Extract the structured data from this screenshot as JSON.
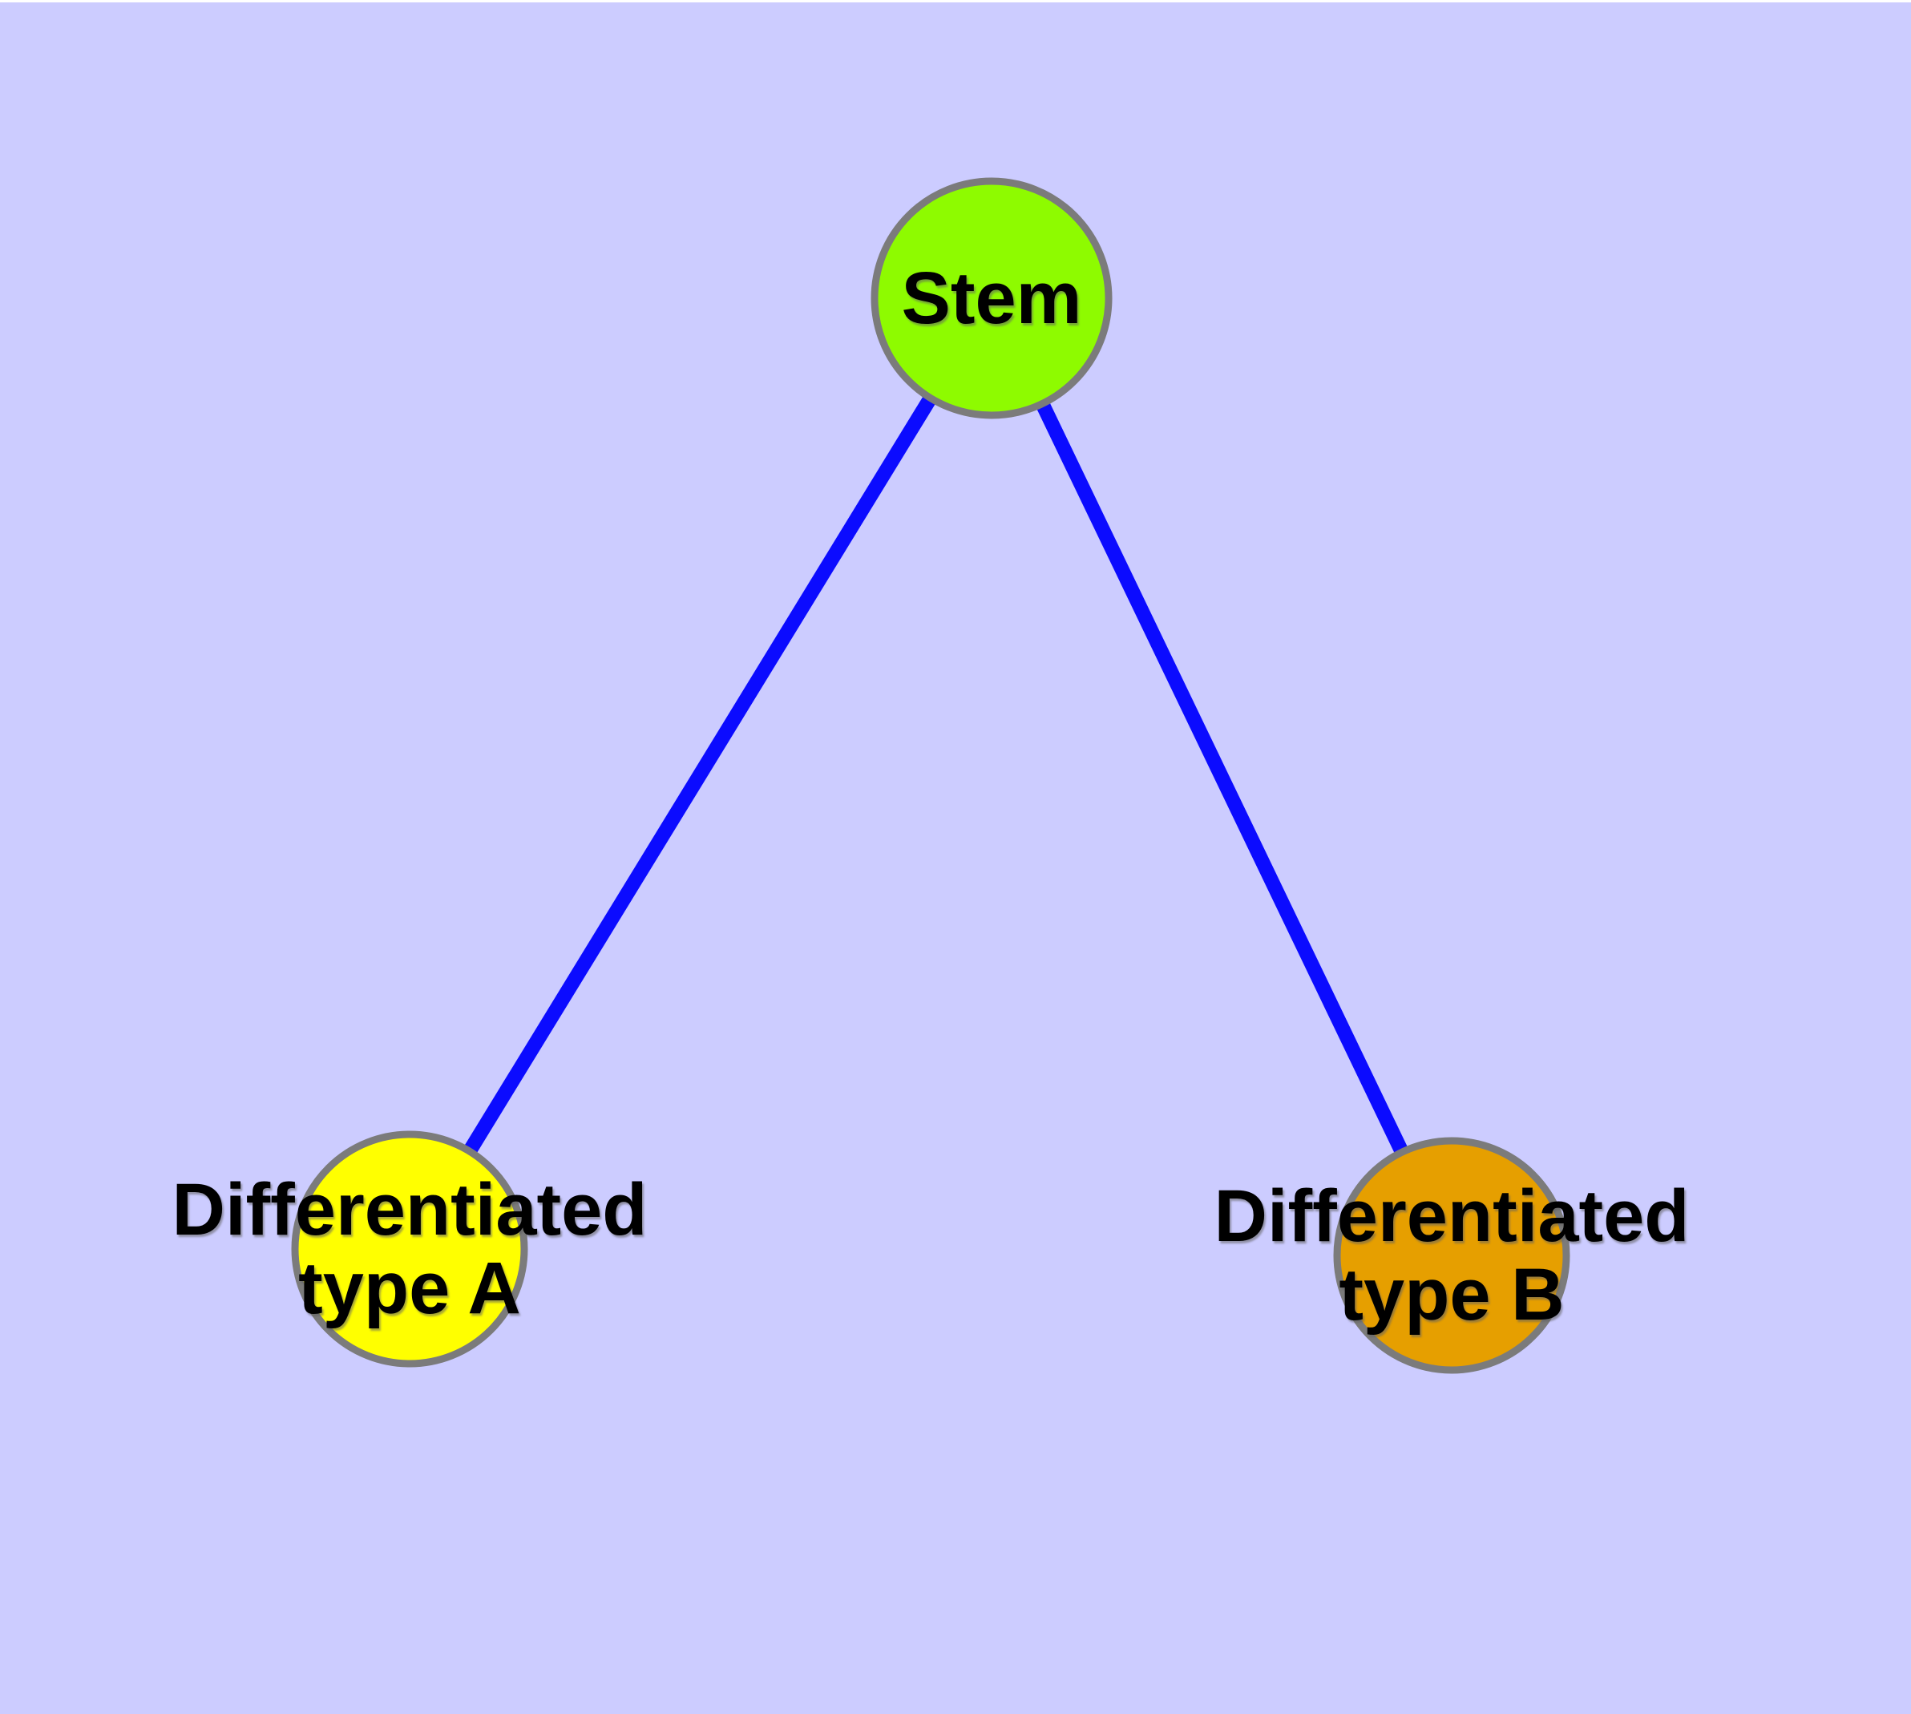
{
  "diagram": {
    "type": "graph",
    "background_color": "#ccccff",
    "top_margin_color": "#ffffff",
    "edge_color": "#0b0bff",
    "node_border_color": "#7b7b7b",
    "label_color": "#000000",
    "nodes": [
      {
        "id": "stem",
        "label": "Stem",
        "fill": "#8efb00"
      },
      {
        "id": "differentiated-type-a",
        "label_line1": "Differentiated",
        "label_line2": "type A",
        "fill": "#ffff00"
      },
      {
        "id": "differentiated-type-b",
        "label_line1": "Differentiated",
        "label_line2": "type B",
        "fill": "#e69f00"
      }
    ],
    "edges": [
      {
        "from": "Stem",
        "to": "Differentiated type A"
      },
      {
        "from": "Stem",
        "to": "Differentiated type B"
      }
    ]
  }
}
